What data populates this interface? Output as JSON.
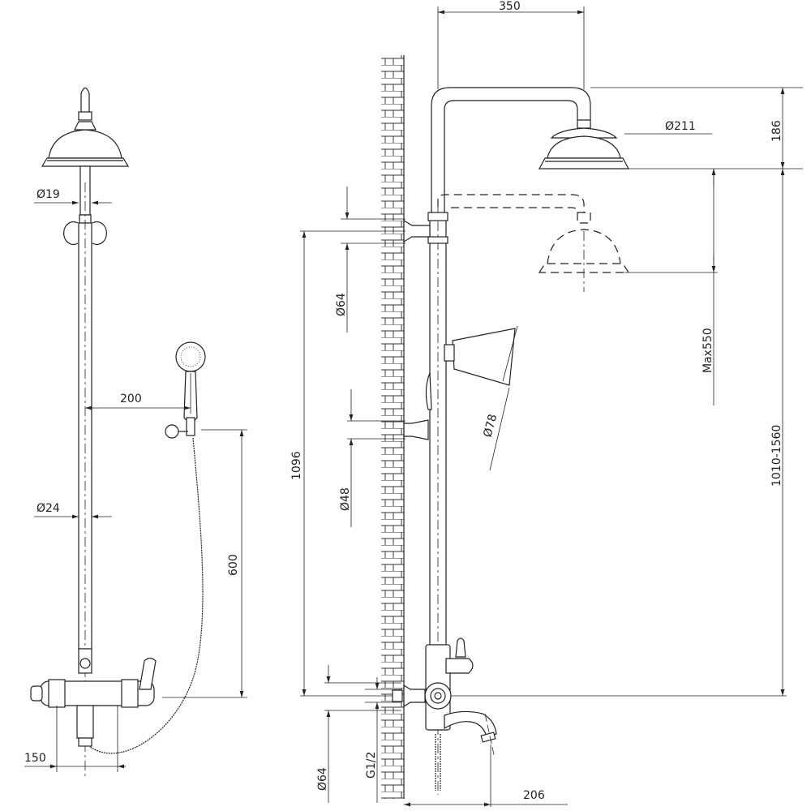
{
  "title": "Shower system technical drawing",
  "front_view": {
    "dims": {
      "pipe_top_dia": "Ø19",
      "hand_offset": "200",
      "pipe_dia": "Ø24",
      "holder_height": "600",
      "valve_width": "150"
    }
  },
  "side_view": {
    "dims": {
      "arm_reach": "350",
      "head_height": "186",
      "head_dia": "Ø211",
      "adjust": "Max550",
      "hand_dia": "Ø78",
      "top_flange_dia": "Ø64",
      "holder_flange_dia": "Ø48",
      "overall_height": "1096",
      "range": "1010-1560",
      "bottom_flange_dia": "Ø64",
      "thread": "G1/2",
      "spout_reach": "206"
    }
  }
}
